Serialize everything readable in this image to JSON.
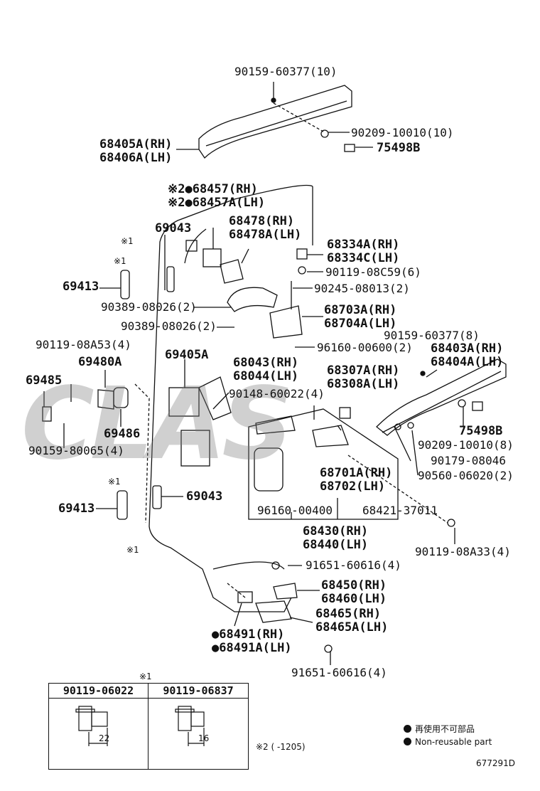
{
  "labels": {
    "l01": "90159-60377(10)",
    "l02": "90209-10010(10)",
    "l03": "68405A(RH)",
    "l04": "68406A(LH)",
    "l05": "75498B",
    "l06": "※2●68457(RH)",
    "l07": "※2●68457A(LH)",
    "l08": "68478(RH)",
    "l09": "68478A(LH)",
    "l10": "69043",
    "l11": "68334A(RH)",
    "l12": "68334C(LH)",
    "l13": "90119-08C59(6)",
    "l14": "90245-08013(2)",
    "l15": "69413",
    "l16": "90389-08026(2)",
    "l17": "68703A(RH)",
    "l18": "68704A(LH)",
    "l19": "90389-08026(2)",
    "l20": "90159-60377(8)",
    "l21": "90119-08A53(4)",
    "l22": "69405A",
    "l23": "96160-00600(2)",
    "l24": "68403A(RH)",
    "l25": "68404A(LH)",
    "l26": "69480A",
    "l27": "68043(RH)",
    "l28": "68044(LH)",
    "l29": "68307A(RH)",
    "l30": "68308A(LH)",
    "l31": "69485",
    "l32": "90148-60022(4)",
    "l33": "69486",
    "l34": "75498B",
    "l35": "90159-80065(4)",
    "l36": "90209-10010(8)",
    "l37": "90179-08046",
    "l38": "68701A(RH)",
    "l39": "90560-06020(2)",
    "l40": "68702(LH)",
    "l41": "69043",
    "l42": "69413",
    "l43": "96160-00400",
    "l44": "68421-37011",
    "l45": "68430(RH)",
    "l46": "68440(LH)",
    "l47": "90119-08A33(4)",
    "l48": "91651-60616(4)",
    "l49": "68450(RH)",
    "l50": "68460(LH)",
    "l51": "68465(RH)",
    "l52": "68465A(LH)",
    "l53": "●68491(RH)",
    "l54": "●68491A(LH)",
    "l55": "91651-60616(4)",
    "l56": "※1",
    "l57": "※1",
    "l58": "※1",
    "l59": "※1"
  },
  "table": {
    "marker": "※1",
    "col1": "90119-06022",
    "col2": "90119-06837",
    "dim1": "22",
    "dim2": "16"
  },
  "legend": {
    "ja": "再使用不可部品",
    "en": "Non-reusable part",
    "note": "※2 (      -1205)"
  },
  "figure_id": "677291D",
  "watermark_text": "CLAS"
}
